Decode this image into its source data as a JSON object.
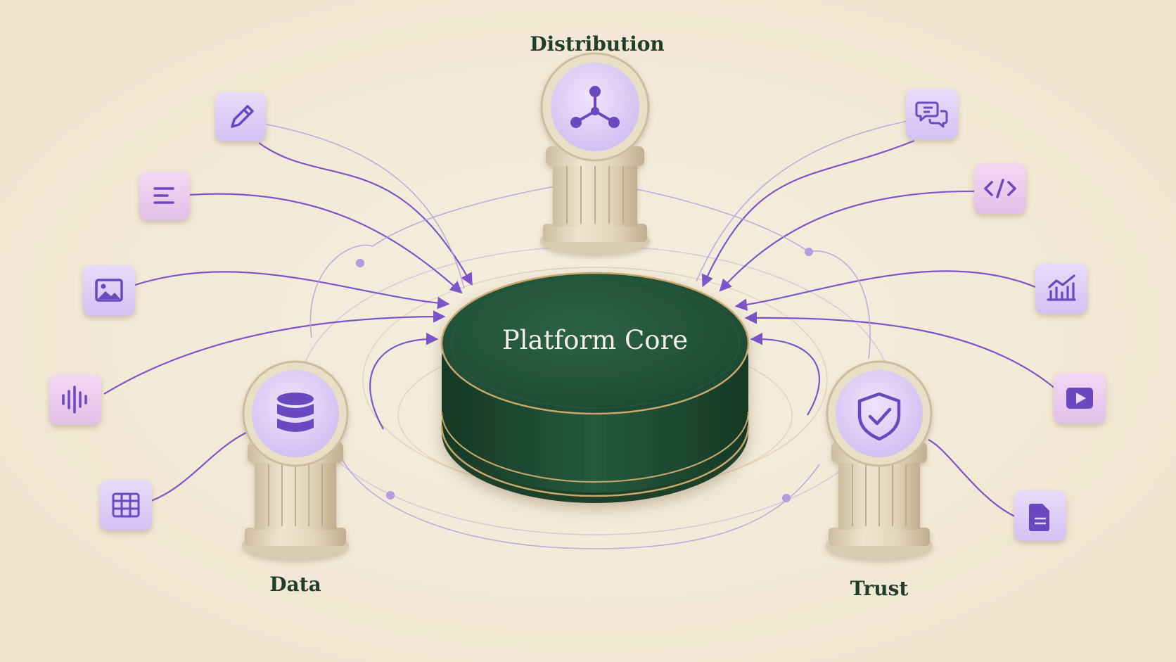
{
  "core": {
    "label": "Platform Core"
  },
  "pillars": {
    "distribution": {
      "label": "Distribution",
      "icon": "share-nodes-icon"
    },
    "data": {
      "label": "Data",
      "icon": "database-icon"
    },
    "trust": {
      "label": "Trust",
      "icon": "shield-check-icon"
    }
  },
  "inputs_left": [
    {
      "icon": "pencil-icon"
    },
    {
      "icon": "text-lines-icon"
    },
    {
      "icon": "image-icon"
    },
    {
      "icon": "audio-wave-icon"
    },
    {
      "icon": "table-grid-icon"
    }
  ],
  "inputs_right": [
    {
      "icon": "chat-bubbles-icon"
    },
    {
      "icon": "code-icon"
    },
    {
      "icon": "chart-icon"
    },
    {
      "icon": "video-play-icon"
    },
    {
      "icon": "document-icon"
    }
  ],
  "colors": {
    "background": "#f3ead8",
    "core_green": "#1f4a33",
    "core_rim": "#c9a86a",
    "connector_purple": "#7b55c9",
    "tile_lavender": "#ddd1f6",
    "tile_pink": "#eccdee",
    "icon_purple": "#6a48c0",
    "pillar_stone": "#e8dcc4",
    "label_green": "#1f3d2a"
  }
}
